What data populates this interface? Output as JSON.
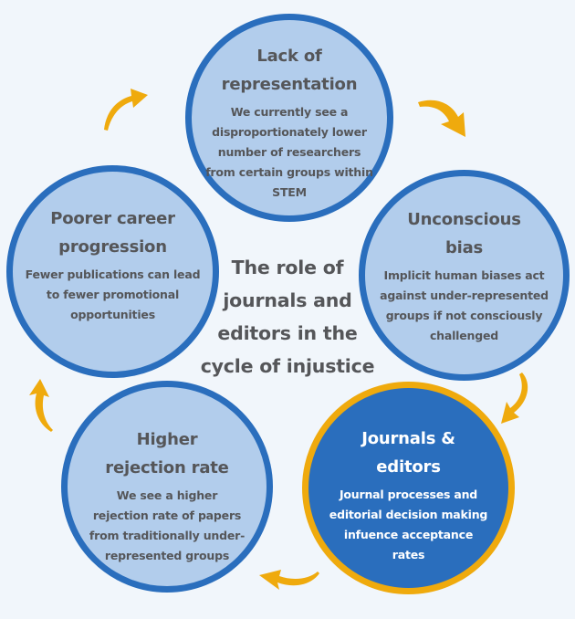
{
  "diagram": {
    "type": "cycle",
    "center_title": "The role of journals and editors in the cycle of injustice",
    "colors": {
      "background": "#f1f6fb",
      "node_fill": "#b2cdec",
      "node_border": "#2a6ebd",
      "highlight_fill": "#2a6ebd",
      "highlight_border": "#efaa0d",
      "arrow": "#efaa0d",
      "text_dark": "#555659",
      "text_light": "#ffffff"
    },
    "nodes": [
      {
        "id": "lack-of-representation",
        "title": "Lack of representation",
        "description": "We currently see a disproportionately lower number of researchers from certain groups within STEM",
        "highlighted": false
      },
      {
        "id": "unconscious-bias",
        "title": "Unconscious bias",
        "description": "Implicit human biases act against under-represented groups if not consciously challenged",
        "highlighted": false
      },
      {
        "id": "journals-editors",
        "title": "Journals & editors",
        "description": "Journal processes and editorial decision making infuence acceptance rates",
        "highlighted": true
      },
      {
        "id": "higher-rejection-rate",
        "title": "Higher rejection rate",
        "description": "We see a higher rejection rate of papers from traditionally under-represented groups",
        "highlighted": false
      },
      {
        "id": "poorer-career-progression",
        "title": "Poorer career progression",
        "description": "Fewer publications can lead to fewer promotional opportunities",
        "highlighted": false
      }
    ],
    "edges": [
      {
        "from": "lack-of-representation",
        "to": "unconscious-bias",
        "icon": "curved-arrow-icon"
      },
      {
        "from": "unconscious-bias",
        "to": "journals-editors",
        "icon": "curved-arrow-icon"
      },
      {
        "from": "journals-editors",
        "to": "higher-rejection-rate",
        "icon": "curved-arrow-icon"
      },
      {
        "from": "higher-rejection-rate",
        "to": "poorer-career-progression",
        "icon": "curved-arrow-icon"
      },
      {
        "from": "poorer-career-progression",
        "to": "lack-of-representation",
        "icon": "curved-arrow-icon"
      }
    ]
  }
}
